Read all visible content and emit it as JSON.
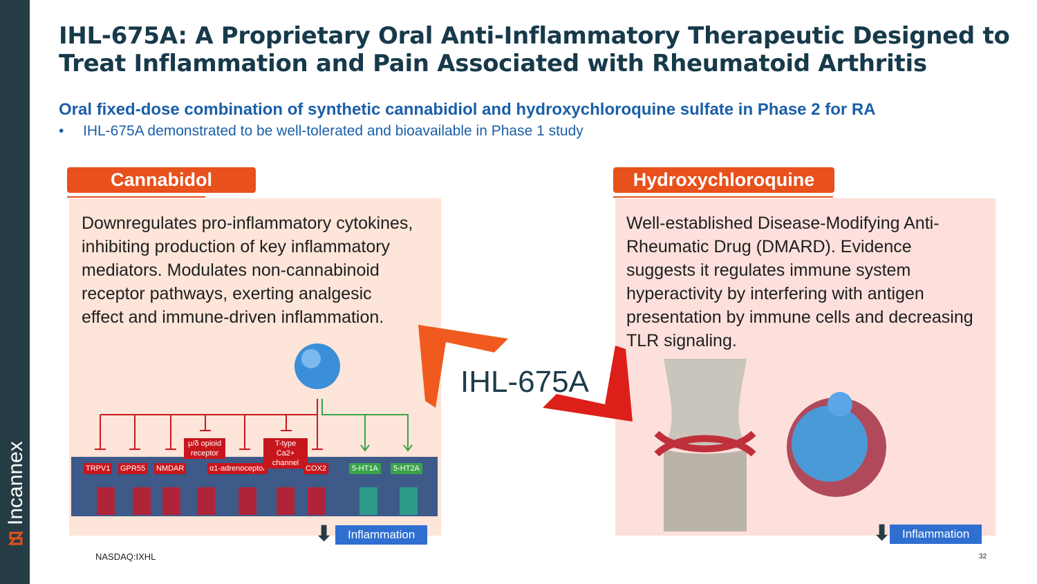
{
  "sidebar": {
    "brand": "Incannex"
  },
  "title": "IHL-675A: A Proprietary Oral Anti-Inflammatory Therapeutic Designed to Treat Inflammation and Pain Associated with Rheumatoid Arthritis",
  "subtitle": "Oral fixed-dose combination of synthetic cannabidiol and hydroxychloroquine sulfate in Phase 2 for RA",
  "bullet": "IHL-675A demonstrated to be well-tolerated and bioavailable in Phase 1 study",
  "left": {
    "tag": "Cannabidol",
    "text": "Downregulates pro-inflammatory cytokines, inhibiting production of key inflammatory mediators. Modulates non-cannabinoid receptor pathways, exerting analgesic effect and immune-driven inflammation.",
    "inflammation": "Inflammation",
    "receptors": {
      "trpv1": "TRPV1",
      "gpr55": "GPR55",
      "nmdar": "NMDAR",
      "opioid": "μ/δ opioid receptor",
      "adreno": "α1-adrenoceptor",
      "ttype": "T-type Ca2+ channel",
      "cox2": "COX2",
      "ht1a": "5-HT1A",
      "ht2a": "5-HT2A"
    }
  },
  "right": {
    "tag": "Hydroxychloroquine",
    "text": "Well-established Disease-Modifying Anti-Rheumatic Drug (DMARD). Evidence suggests it regulates immune system hyperactivity by interfering with antigen presentation by immune cells and decreasing TLR signaling.",
    "inflammation": "Inflammation"
  },
  "center": {
    "name": "IHL-675A"
  },
  "footer": {
    "ticker": "NASDAQ:IXHL",
    "page": "32"
  },
  "colors": {
    "sidebar": "#263c45",
    "accent": "#e8501c",
    "blue": "#1a5fa8"
  }
}
